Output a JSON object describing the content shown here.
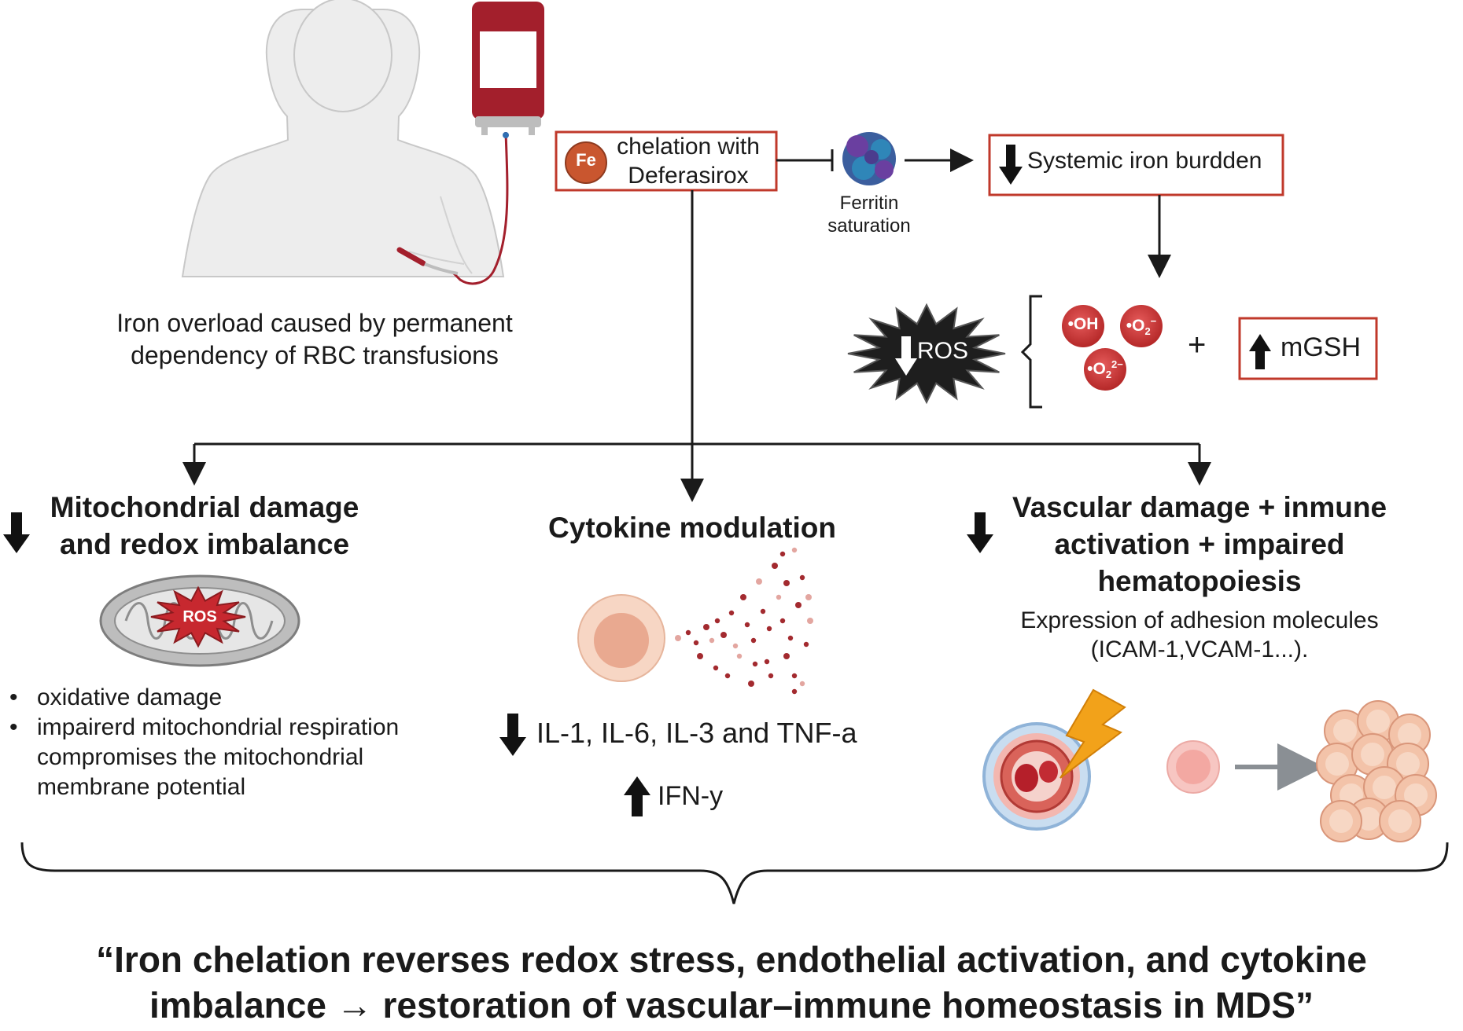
{
  "top": {
    "patient_caption_line1": "Iron overload caused by permanent",
    "patient_caption_line2": "dependency of RBC transfusions",
    "fe_badge": "Fe",
    "chelation_line1": "chelation with",
    "chelation_line2": "Deferasirox",
    "ferritin_line1": "Ferritin",
    "ferritin_line2": "saturation",
    "systemic_iron": "Systemic iron burdden",
    "ros_label": "ROS",
    "plus": "+",
    "mgsh": "mGSH"
  },
  "radicals": [
    {
      "dot": "•",
      "base": "OH",
      "sub": "",
      "sup": ""
    },
    {
      "dot": "•",
      "base": "O",
      "sub": "2",
      "sup": "−"
    },
    {
      "dot": "•",
      "base": "O",
      "sub": "2",
      "sup": "2−"
    }
  ],
  "sections": {
    "mito": {
      "title_line1": "Mitochondrial damage",
      "title_line2": "and redox imbalance",
      "ros_label": "ROS",
      "bullets": [
        {
          "lines": [
            "oxidative damage"
          ]
        },
        {
          "lines": [
            "impairerd mitochondrial respiration",
            "compromises the mitochondrial",
            "membrane potential"
          ]
        }
      ]
    },
    "cytokine": {
      "title": "Cytokine modulation",
      "down_text": "IL-1, IL-6, IL-3 and TNF-a",
      "up_text": "IFN-y"
    },
    "vascular": {
      "title_line1": "Vascular damage + inmune",
      "title_line2": "activation + impaired",
      "title_line3": "hematopoiesis",
      "expression_line1": "Expression of adhesion molecules",
      "expression_line2": "(ICAM-1,VCAM-1...)."
    }
  },
  "conclusion": {
    "line1": "“Iron chelation reverses redox stress, endothelial activation, and cytokine",
    "line2": "imbalance → restoration of vascular–immune homeostasis in MDS”"
  },
  "colors": {
    "accent_red": "#c0392b",
    "blood": "#a31f2c",
    "radical": "#cf3b3b",
    "ros_burst_dark": "#1e1e1e",
    "ferritin_blue": "#3b5e9e",
    "ferritin_purple": "#6a3fa0"
  },
  "icons": [
    "human-figure-icon",
    "blood-bag-icon",
    "fe-badge-icon",
    "ferritin-icon",
    "ros-burst-icon",
    "mitochondrion-icon",
    "cell-icon",
    "blood-vessel-icon",
    "lightning-icon",
    "cell-cluster-icon"
  ]
}
